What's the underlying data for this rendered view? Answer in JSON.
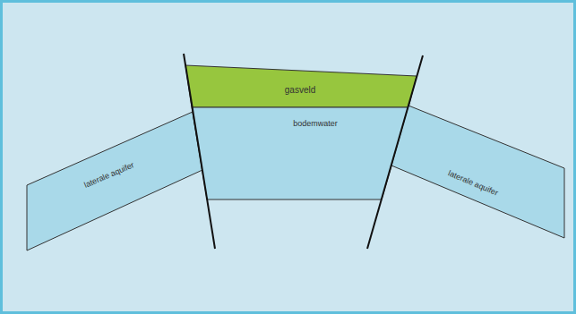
{
  "diagram": {
    "nodes": [
      {
        "text": [
          "gasveld"
        ]
      },
      {
        "text": [
          "laterale aquifer"
        ]
      },
      {
        "text": [
          "bodemwater"
        ]
      },
      {
        "text": [
          "laterale aquifer"
        ]
      }
    ]
  }
}
